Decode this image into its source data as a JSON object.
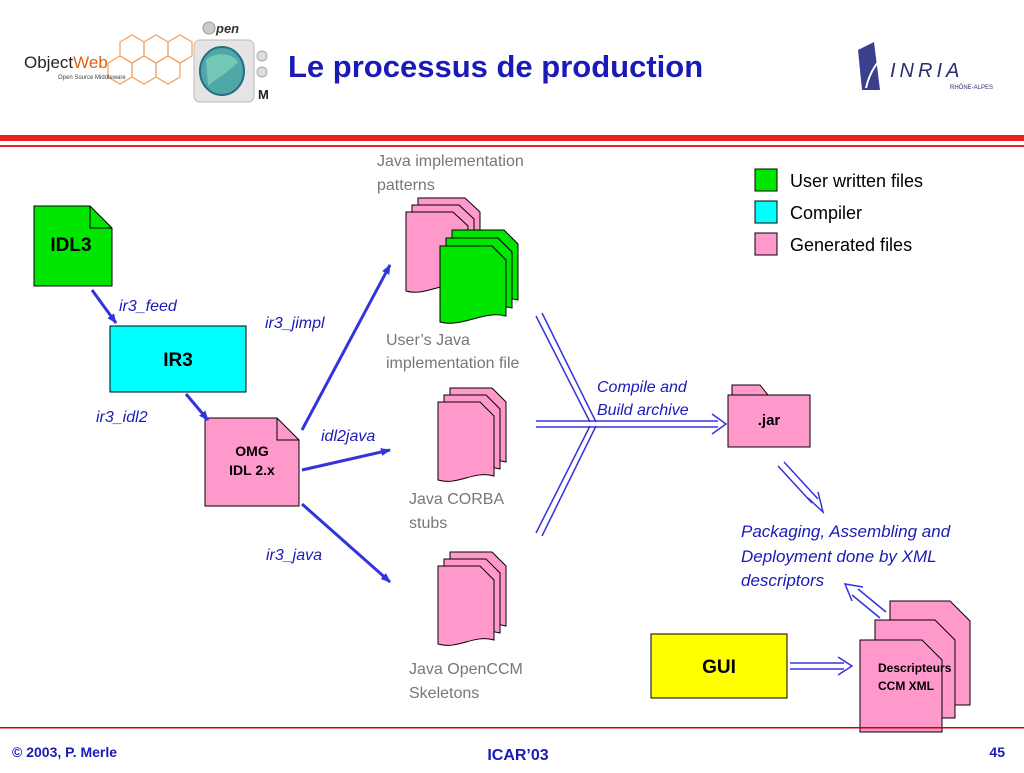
{
  "header": {
    "title": "Le processus de production",
    "objectweb_logo": {
      "brand_part1": "Object",
      "brand_part2": "Web",
      "tagline": "Open Source Middleware"
    },
    "openccm_logo": {
      "text_open": "pen",
      "text_m": "M"
    },
    "inria_logo": {
      "name": "INRIA",
      "sub": "RHÔNE-ALPES"
    },
    "rule_colors": {
      "thick": "#e8231f",
      "thin": "#e8231f"
    }
  },
  "legend": {
    "items": [
      {
        "label": "User written files",
        "color": "#00e600"
      },
      {
        "label": "Compiler",
        "color": "#00ffff"
      },
      {
        "label": "Generated files",
        "color": "#ff99cc"
      }
    ]
  },
  "nodes": {
    "idl3": "IDL3",
    "ir3": "IR3",
    "omg_line1": "OMG",
    "omg_line2": "IDL 2.x",
    "jar": ".jar",
    "gui": "GUI",
    "descripteurs_line1": "Descripteurs",
    "descripteurs_line2": "CCM XML"
  },
  "captions": {
    "java_impl_patterns_1": "Java implementation",
    "java_impl_patterns_2": "patterns",
    "user_java_impl_1": "User’s Java",
    "user_java_impl_2": "implementation file",
    "java_corba_1": "Java CORBA",
    "java_corba_2": "stubs",
    "java_openccm_1": "Java OpenCCM",
    "java_openccm_2": "Skeletons"
  },
  "edge_labels": {
    "ir3_feed": "ir3_feed",
    "ir3_idl2": "ir3_idl2",
    "ir3_jimpl": "ir3_jimpl",
    "idl2java": "idl2java",
    "ir3_java": "ir3_java",
    "compile_1": "Compile and",
    "compile_2": "Build archive",
    "packaging_1": "Packaging, Assembling and",
    "packaging_2": "Deployment done by XML",
    "packaging_3": "descriptors"
  },
  "footer": {
    "copyright": "© 2003, P. Merle",
    "conference": "ICAR’03",
    "page": "45"
  },
  "colors": {
    "title_blue": "#1a1ab8",
    "arrow_blue": "#3333dd",
    "caption_gray": "#777777",
    "user_green": "#00e600",
    "compiler_cyan": "#00ffff",
    "generated_pink": "#ff99cc",
    "gui_yellow": "#ffff00",
    "footer_red": "#cc0000"
  }
}
